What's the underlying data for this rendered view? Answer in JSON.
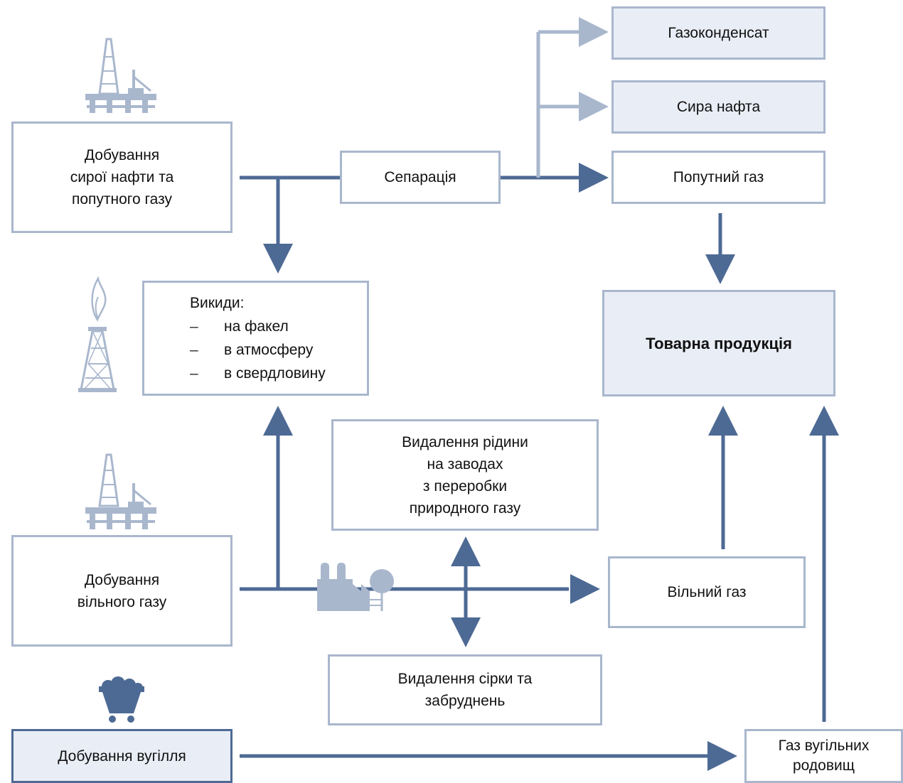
{
  "boxes": {
    "oil_extraction": [
      "Добування",
      "сирої нафти та",
      "попутного газу"
    ],
    "separation": "Сепарація",
    "gas_condensate": "Газоконденсат",
    "crude_oil": "Сира нафта",
    "associated_gas": "Попутний газ",
    "emissions": {
      "title": "Викиди:",
      "items": [
        "на факел",
        "в атмосферу",
        "в свердловину"
      ]
    },
    "commercial_products": "Товарна продукція",
    "liquids_removal": [
      "Видалення рідини",
      "на заводах",
      "з переробки",
      "природного газу"
    ],
    "free_gas_extraction": [
      "Добування",
      "вільного газу"
    ],
    "free_gas": "Вільний газ",
    "sulfur_removal": [
      "Видалення сірки та",
      "забруднень"
    ],
    "coal_mining": "Добування вугілля",
    "coalbed_gas": [
      "Газ вугільних",
      "родовищ"
    ]
  },
  "colors": {
    "arrow_dark": "#4d6a94",
    "arrow_light": "#a9b7cd",
    "border": "#a9b7cd",
    "fill": "#e9edf5"
  },
  "icons": [
    "oil-rig-icon",
    "gas-flare-icon",
    "gas-plant-icon",
    "coal-cart-icon"
  ]
}
